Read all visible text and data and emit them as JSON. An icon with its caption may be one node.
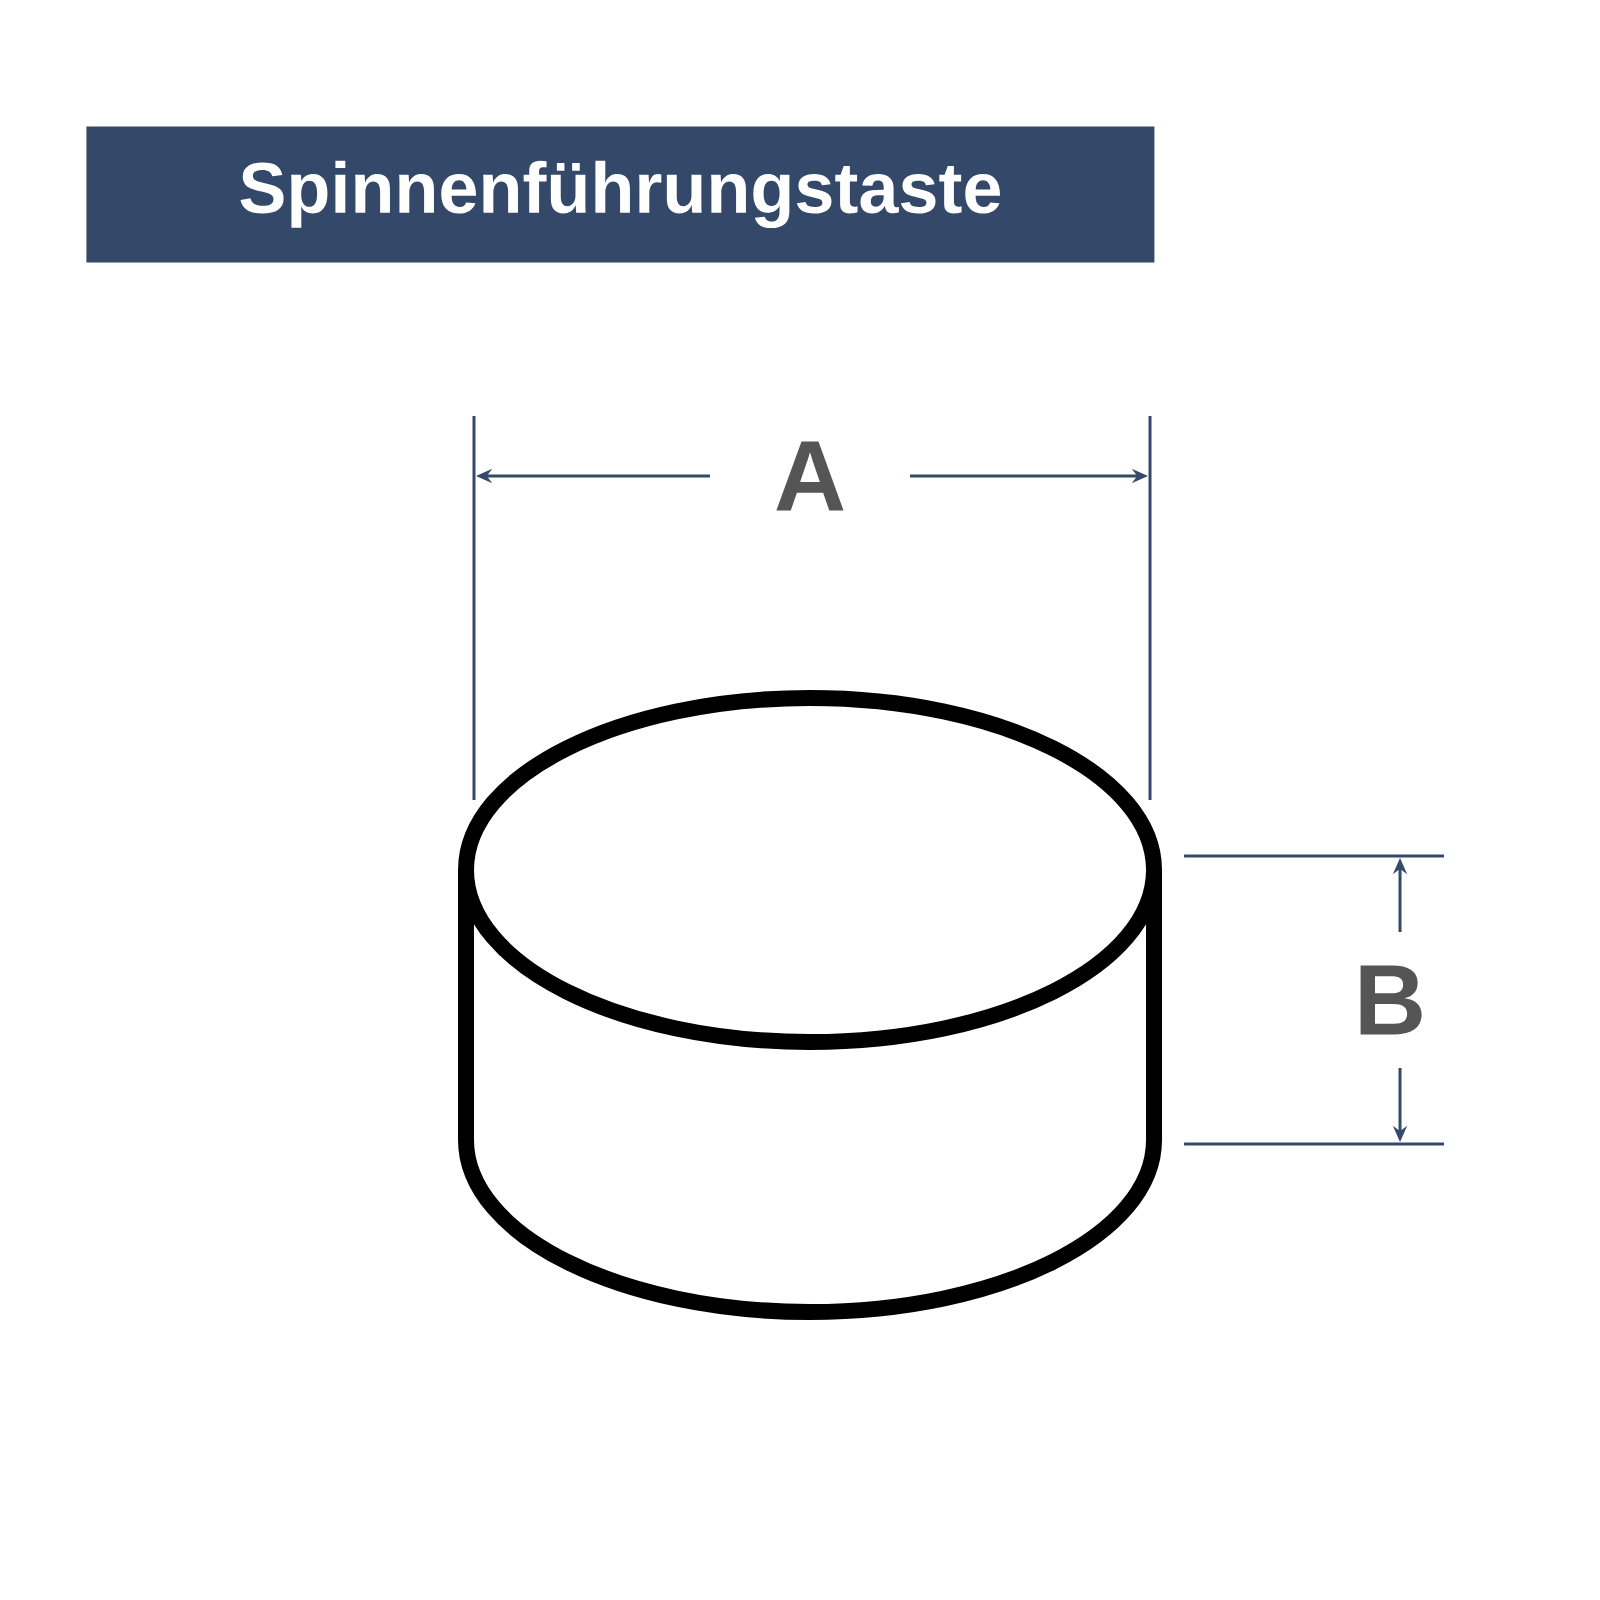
{
  "diagram": {
    "title": "Spinnenführungstaste",
    "labels": [
      "A",
      "B"
    ]
  }
}
